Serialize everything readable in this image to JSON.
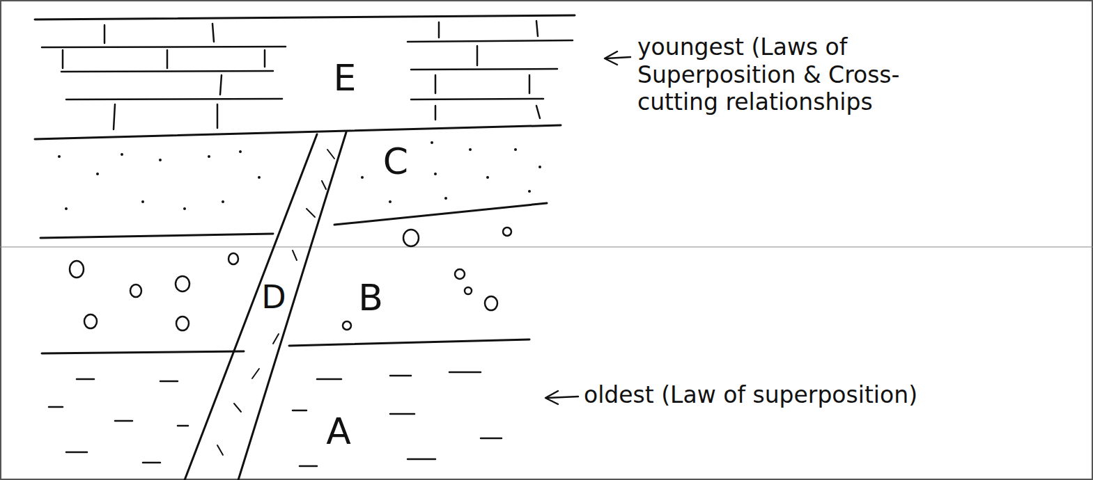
{
  "diagram": {
    "labels": [
      "E",
      "youngest (Laws of Superposition & Cross-cutting relationships",
      "C",
      "D",
      "B",
      "A",
      "oldest (Law of superposition)"
    ]
  }
}
